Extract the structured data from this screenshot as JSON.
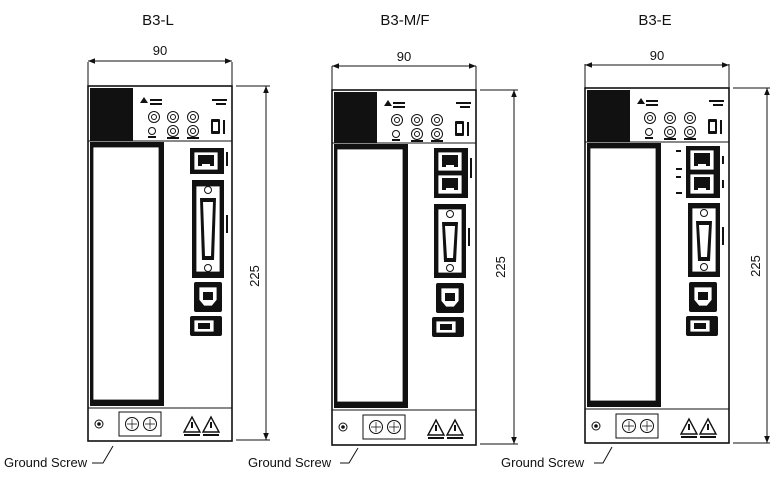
{
  "variants": [
    {
      "title": "B3-L"
    },
    {
      "title": "B3-M/F"
    },
    {
      "title": "B3-E"
    }
  ],
  "dimensions": {
    "width": "90",
    "height": "225"
  },
  "ground_screw_label": "Ground Screw"
}
